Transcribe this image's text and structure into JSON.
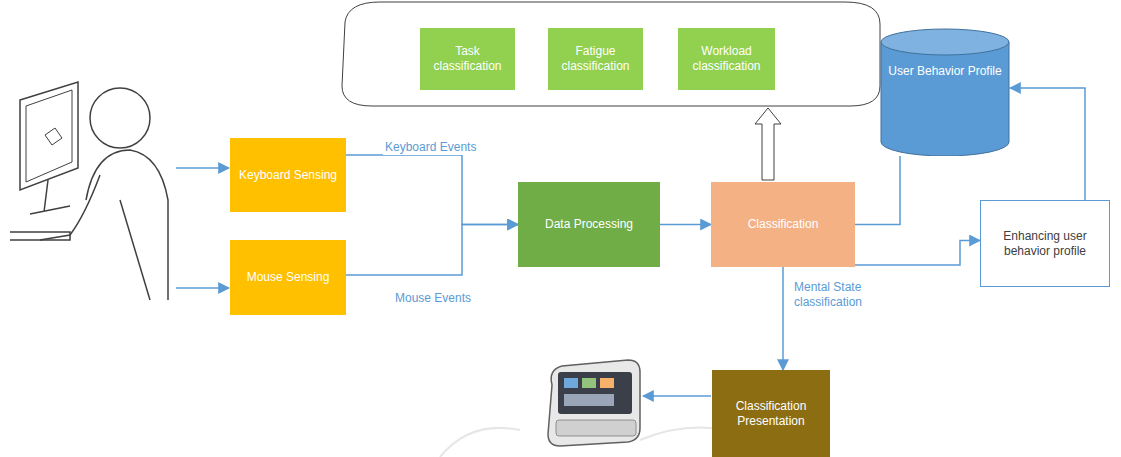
{
  "diagram": {
    "nodes": [
      {
        "text": [
          "Task classification"
        ]
      },
      {
        "text": [
          "Fatigue classification"
        ]
      },
      {
        "text": [
          "Workload classification"
        ]
      },
      {
        "text": [
          "User Behavior Profile"
        ]
      },
      {
        "text": [
          "Keyboard Sensing"
        ]
      },
      {
        "text": [
          "Data Processing"
        ]
      },
      {
        "text": [
          "Classification"
        ]
      },
      {
        "text": [
          "Enhancing user behavior profile"
        ]
      },
      {
        "text": [
          "Mouse Sensing"
        ]
      },
      {
        "text": [
          "Classification Presentation"
        ]
      }
    ],
    "edges": [
      {
        "from": 4,
        "to": 5,
        "label": "Keyboard Events",
        "arrow": "to"
      },
      {
        "from": 8,
        "to": 5,
        "label": "Mouse Events",
        "arrow": "to"
      },
      {
        "from": 5,
        "to": 6,
        "arrow": "to"
      },
      {
        "from": 6,
        "to": 3,
        "arrow": "none"
      },
      {
        "from": 6,
        "to": 7,
        "arrow": "to"
      },
      {
        "from": 7,
        "to": 3,
        "arrow": "to"
      },
      {
        "from": 6,
        "to": 9,
        "label": "Mental State classification",
        "arrow": "to"
      }
    ]
  }
}
